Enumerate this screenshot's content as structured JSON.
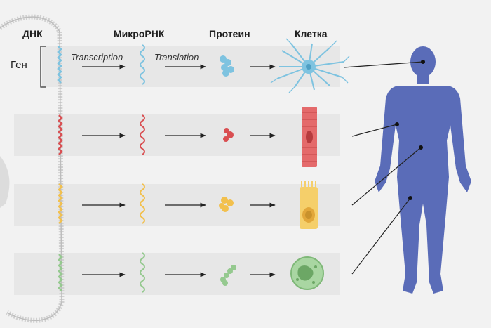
{
  "headers": {
    "dna": "ДНК",
    "microrna": "МикроРНК",
    "protein": "Протеин",
    "cell": "Клетка"
  },
  "gene_label": "Ген",
  "steps": {
    "transcription": "Transcription",
    "translation": "Translation"
  },
  "rows": [
    {
      "color": "#7ec3e0",
      "cell": "neuron",
      "target": "head"
    },
    {
      "color": "#d94f52",
      "cell": "muscle-cell",
      "target": "arm"
    },
    {
      "color": "#f2c04d",
      "cell": "epithelial-cell",
      "target": "abdomen"
    },
    {
      "color": "#95c98f",
      "cell": "white-blood-cell",
      "target": "leg"
    }
  ],
  "colors": {
    "body": "#5a6cb8",
    "band": "#e6e6e6",
    "dna_strand": "#cfcfcf"
  }
}
